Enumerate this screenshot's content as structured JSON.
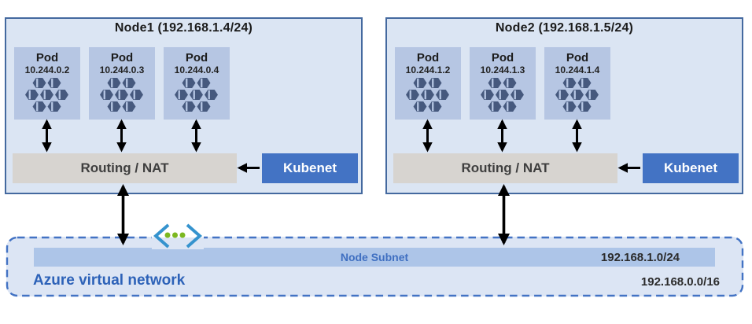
{
  "nodes": [
    {
      "title": "Node1 (192.168.1.4/24)",
      "pods": [
        {
          "label": "Pod",
          "ip": "10.244.0.2"
        },
        {
          "label": "Pod",
          "ip": "10.244.0.3"
        },
        {
          "label": "Pod",
          "ip": "10.244.0.4"
        }
      ],
      "router_label": "Routing / NAT",
      "kubenet_label": "Kubenet"
    },
    {
      "title": "Node2 (192.168.1.5/24)",
      "pods": [
        {
          "label": "Pod",
          "ip": "10.244.1.2"
        },
        {
          "label": "Pod",
          "ip": "10.244.1.3"
        },
        {
          "label": "Pod",
          "ip": "10.244.1.4"
        }
      ],
      "router_label": "Routing / NAT",
      "kubenet_label": "Kubenet"
    }
  ],
  "vnet": {
    "label": "Azure virtual network",
    "cidr": "192.168.0.0/16",
    "subnet": {
      "label": "Node Subnet",
      "cidr": "192.168.1.0/24"
    }
  },
  "icons": {
    "pod": "pod-hexagon-cluster-icon",
    "vnet": "azure-virtual-network-icon"
  },
  "colors": {
    "node_fill": "#dbe5f3",
    "node_border": "#44699f",
    "pod_fill": "#b6c6e3",
    "pod_icon": "#46597e",
    "router_fill": "#d7d4d0",
    "kubenet_fill": "#4373c4",
    "vnet_fill": "#dce5f4",
    "vnet_dash_border": "#4373c4",
    "subnet_bar_fill": "#adc5e8",
    "subnet_label_text": "#3f6fc1",
    "vnet_label_text": "#2d62b8",
    "arrow": "#000000",
    "vnet_icon_chevron": "#3593ce",
    "vnet_icon_dot": "#7cb820"
  }
}
